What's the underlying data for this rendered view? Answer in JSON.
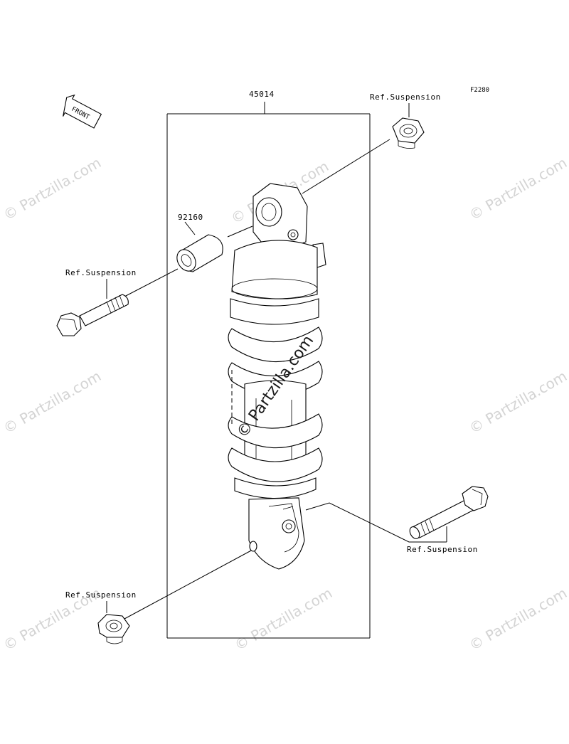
{
  "diagram": {
    "code": "F2280",
    "front_label": "FRONT",
    "parts": {
      "shock_absorber": "45014",
      "collar": "92160"
    },
    "refs": {
      "top_nut": "Ref.Suspension",
      "left_bolt": "Ref.Suspension",
      "right_bolt": "Ref.Suspension",
      "bottom_nut": "Ref.Suspension"
    },
    "watermarks": {
      "center": "© Partzilla.com",
      "repeat": "© Partzilla.com"
    }
  }
}
